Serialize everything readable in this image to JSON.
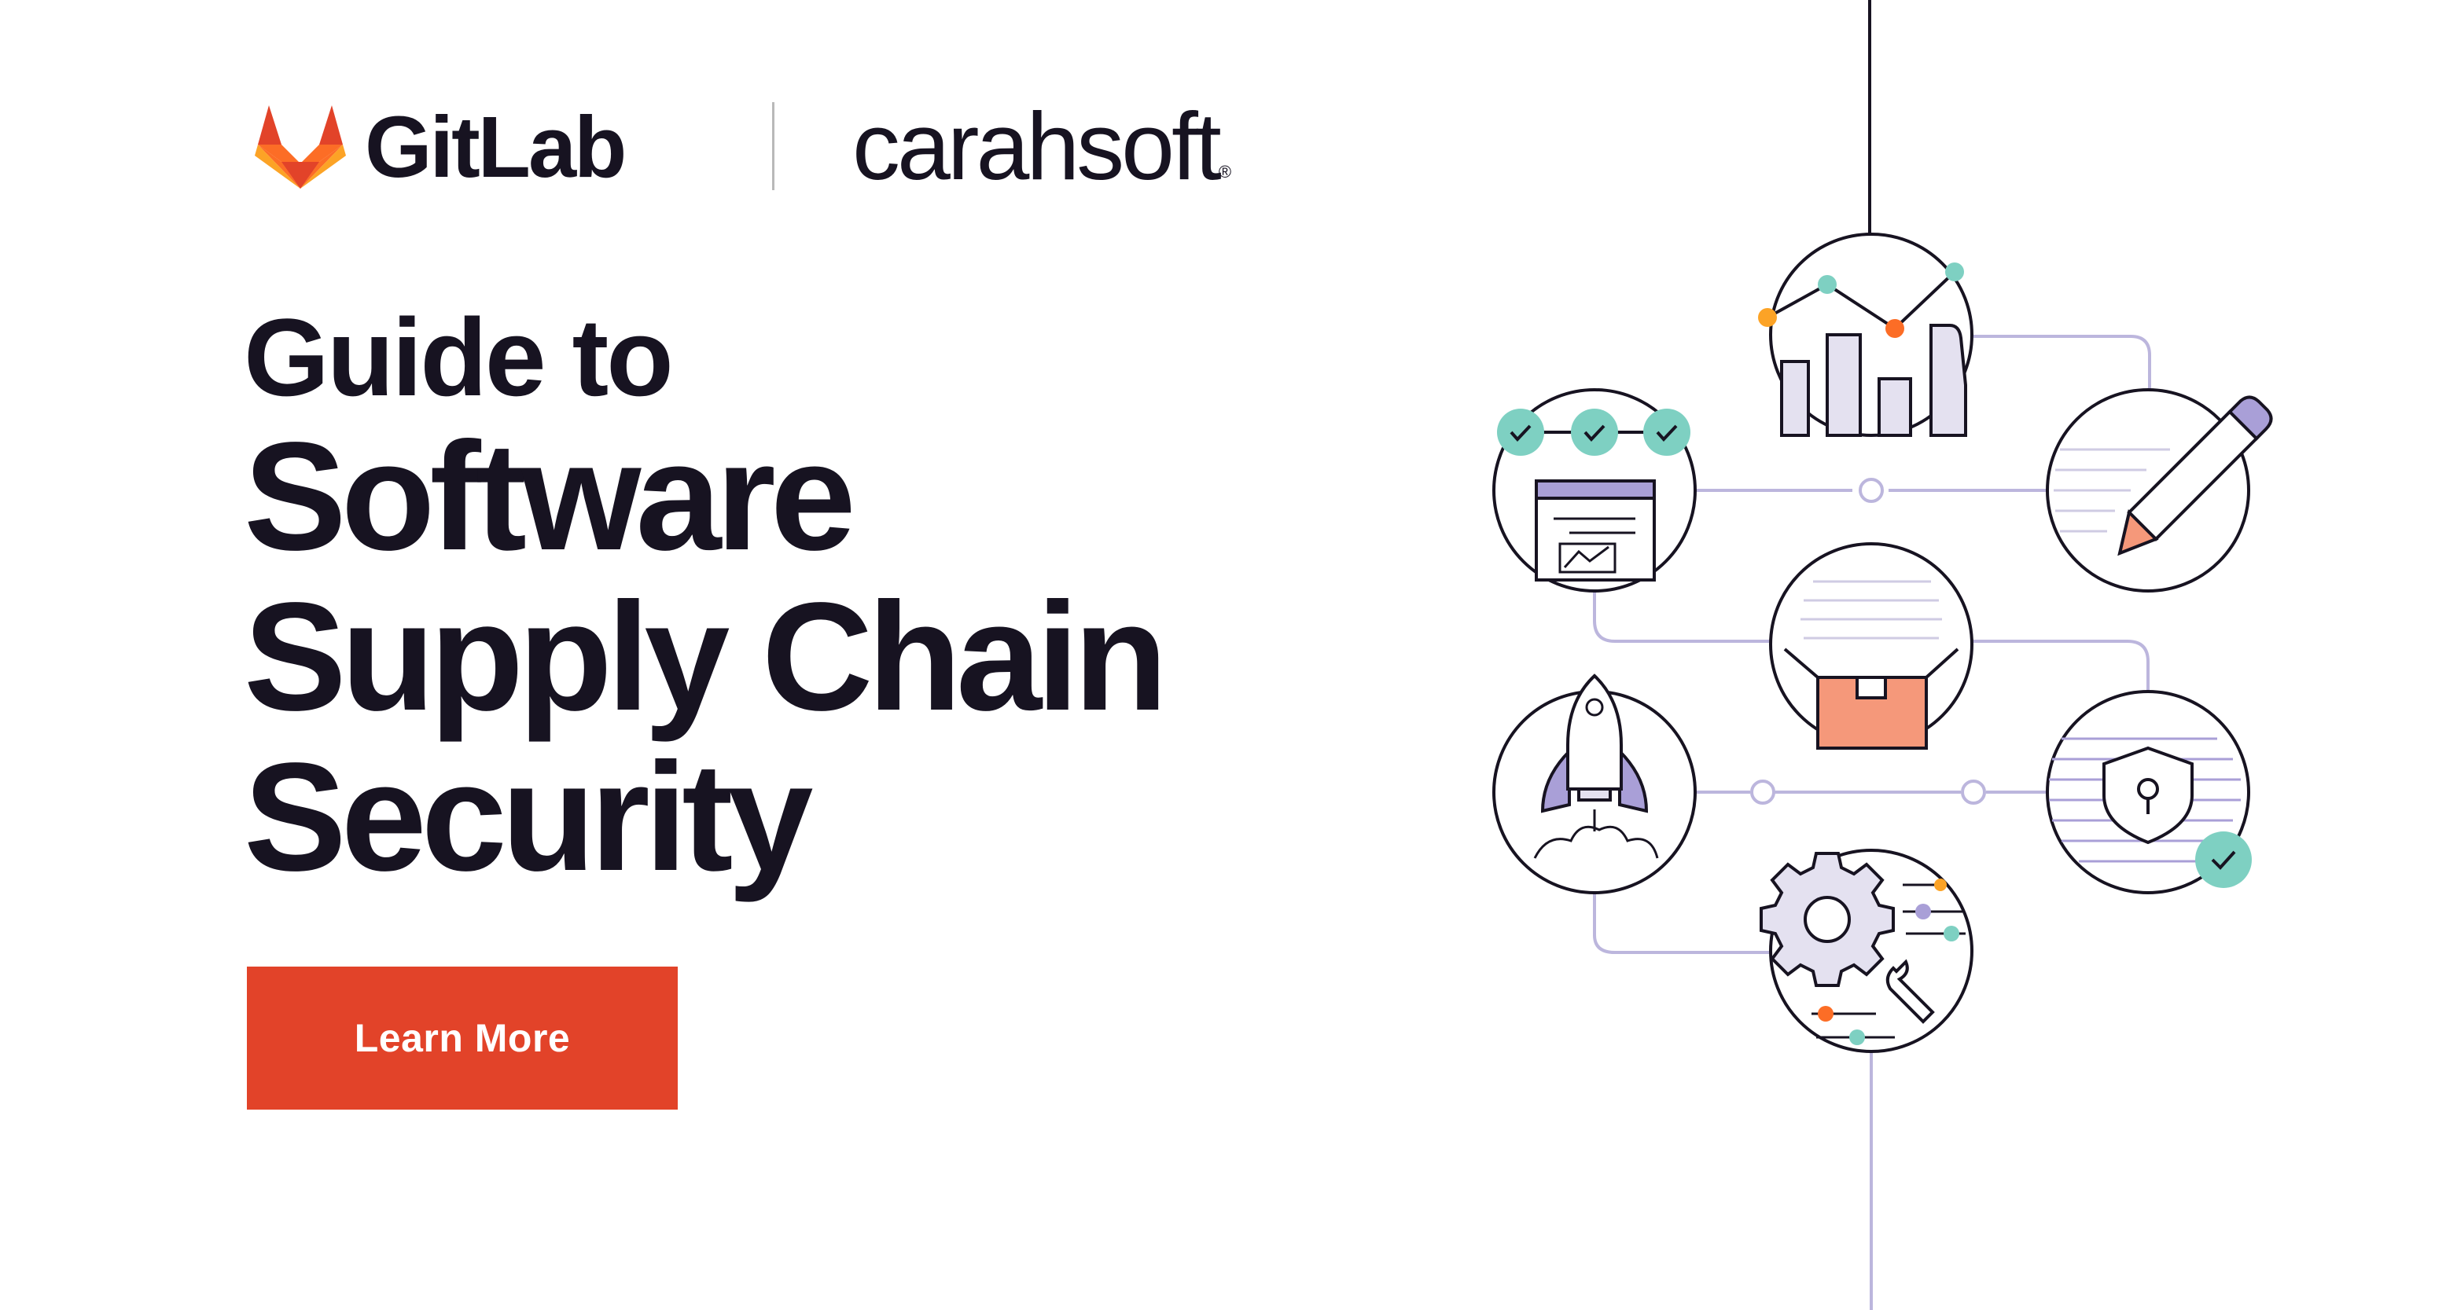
{
  "brand": {
    "gitlab_wordmark": "GitLab",
    "partner_wordmark": "carahsoft",
    "partner_reg_mark": "®"
  },
  "headline": {
    "line1": "Guide to",
    "line2": "Software",
    "line3": "Supply Chain",
    "line4": "Security"
  },
  "cta": {
    "label": "Learn More"
  },
  "colors": {
    "gitlab_orange_dark": "#e24329",
    "gitlab_orange": "#fc6d26",
    "gitlab_orange_light": "#fca326",
    "cta_background": "#e24329",
    "text_dark": "#171321",
    "accent_teal": "#7ed0c2",
    "accent_purple": "#a99fd7",
    "accent_peach": "#f5987a"
  },
  "illustration": {
    "icons": [
      "analytics-chart-icon",
      "pipeline-checks-icon",
      "pencil-edit-icon",
      "package-box-icon",
      "rocket-deploy-icon",
      "shield-lock-icon",
      "gear-wrench-settings-icon"
    ]
  }
}
